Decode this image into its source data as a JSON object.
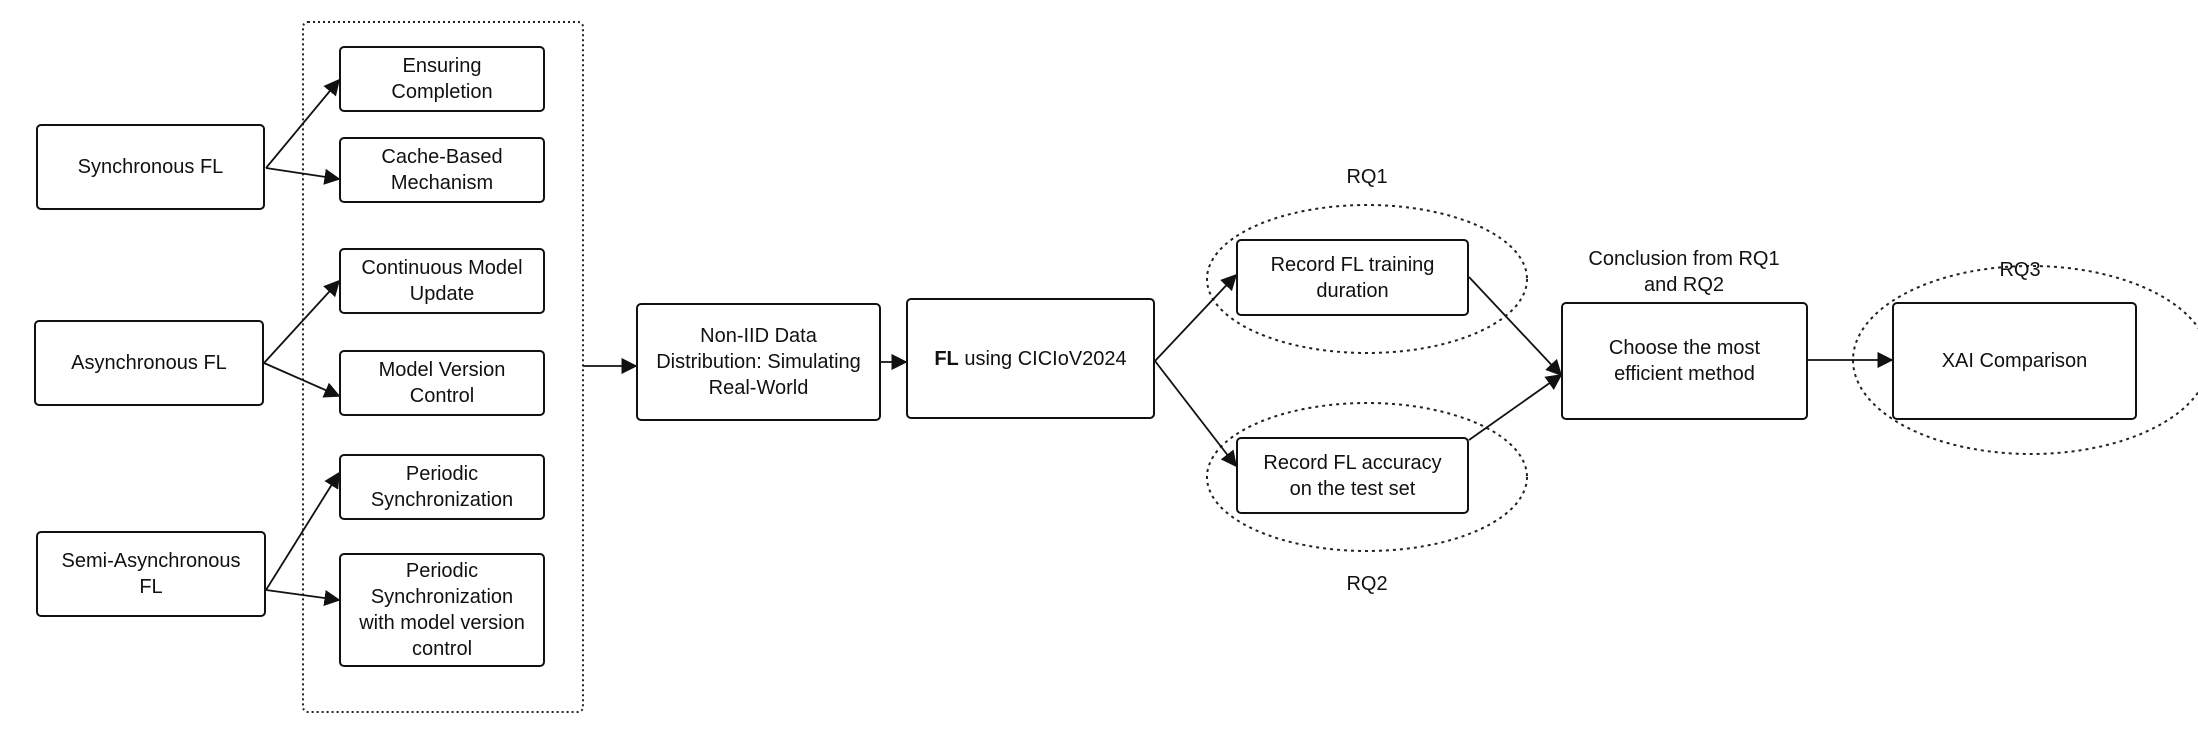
{
  "diagram": {
    "fl_types": {
      "synchronous": "Synchronous FL",
      "asynchronous": "Asynchronous FL",
      "semi_asynchronous": "Semi-Asynchronous\nFL"
    },
    "techniques": {
      "ensuring_completion": "Ensuring\nCompletion",
      "cache_based": "Cache-Based\nMechanism",
      "continuous_update": "Continuous Model\nUpdate",
      "model_version_control": "Model Version\nControl",
      "periodic_sync": "Periodic\nSynchronization",
      "periodic_sync_version": "Periodic\nSynchronization\nwith model version\ncontrol"
    },
    "non_iid": "Non-IID Data\nDistribution: Simulating\nReal-World",
    "fl_cic": {
      "bold": "FL",
      "rest": " using CICIoV2024"
    },
    "record_duration": "Record FL training\nduration",
    "record_accuracy": "Record FL accuracy\non the test set",
    "rq1": "RQ1",
    "rq2": "RQ2",
    "rq3": "RQ3",
    "conclusion": "Conclusion from RQ1\nand RQ2",
    "choose": "Choose the most\nefficient method",
    "xai": "XAI Comparison"
  }
}
